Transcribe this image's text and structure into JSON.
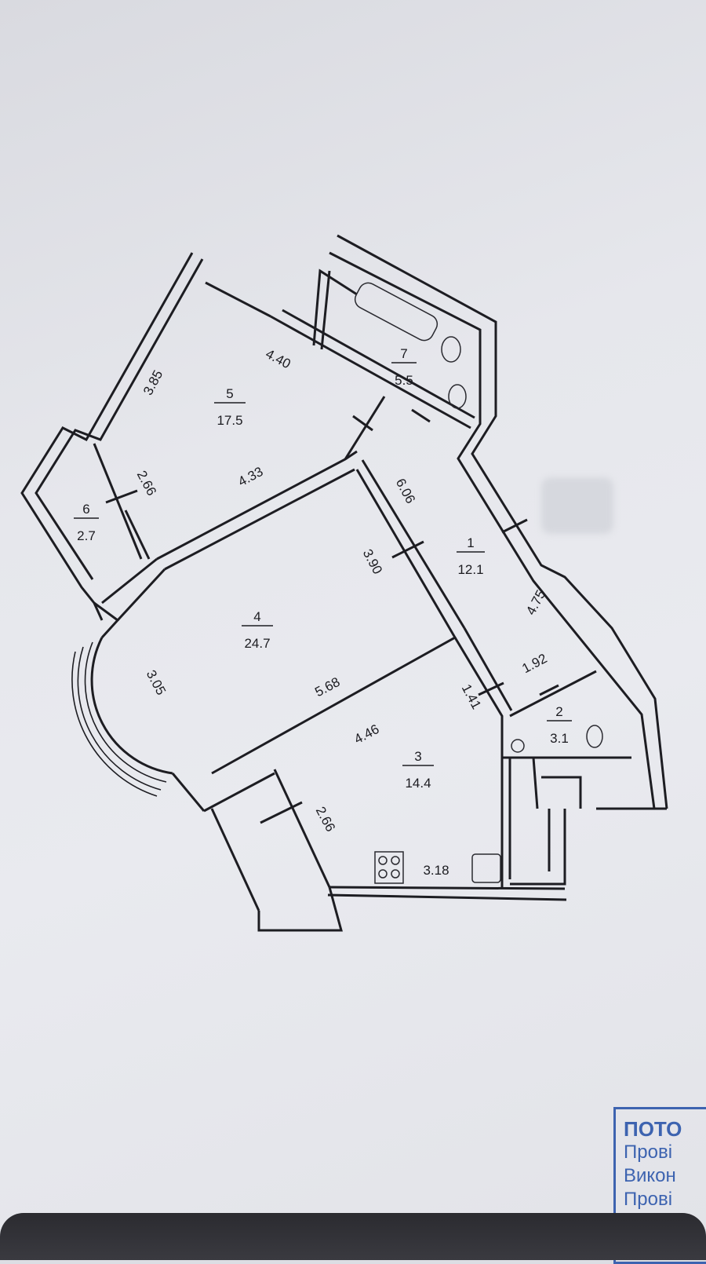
{
  "rooms": [
    {
      "number": "1",
      "area": "12.1"
    },
    {
      "number": "2",
      "area": "3.1"
    },
    {
      "number": "3",
      "area": "14.4"
    },
    {
      "number": "4",
      "area": "24.7"
    },
    {
      "number": "5",
      "area": "17.5"
    },
    {
      "number": "6",
      "area": "2.7"
    },
    {
      "number": "7",
      "area": "5.5"
    }
  ],
  "dimensions": [
    "3.85",
    "4.40",
    "4.33",
    "2.66",
    "6.06",
    "3.90",
    "4.75",
    "1.92",
    "1.41",
    "5.68",
    "3.05",
    "4.46",
    "2.66",
    "3.18"
  ],
  "stamp": {
    "lines": [
      "ПОТО",
      "Прові",
      "Викон",
      "Прові"
    ]
  },
  "colors": {
    "paper": "#e6e7ec",
    "line": "#1d1d22",
    "stamp": "#3d63b0"
  }
}
